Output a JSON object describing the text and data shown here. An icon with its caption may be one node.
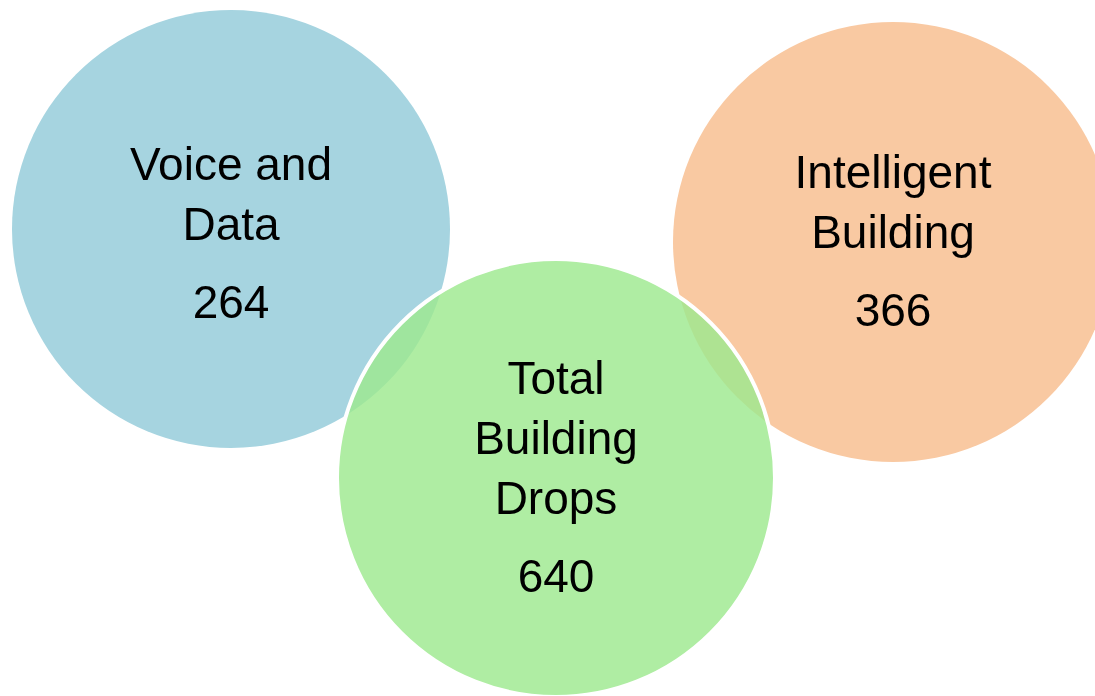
{
  "diagram": {
    "nodes": [
      {
        "text": [
          "Voice and Data",
          "264"
        ]
      },
      {
        "text": [
          "Intelligent Building",
          "366"
        ]
      },
      {
        "text": [
          "Total Building Drops",
          "640"
        ]
      }
    ]
  }
}
